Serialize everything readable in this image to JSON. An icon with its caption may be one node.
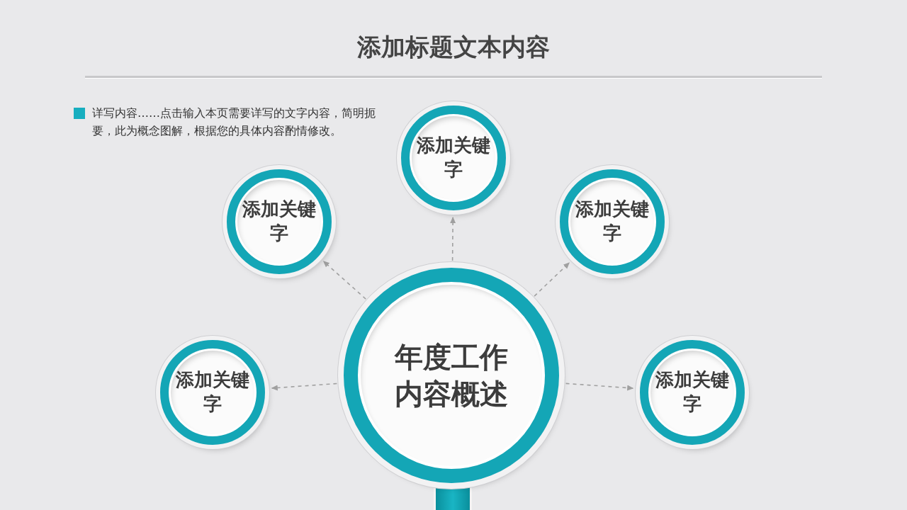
{
  "diagram": {
    "title": "添加标题文本内容",
    "nodes": [
      {
        "text": [
          "年度工作内容概述"
        ]
      },
      {
        "text": [
          "添加关键字"
        ]
      },
      {
        "text": [
          "添加关键字"
        ]
      },
      {
        "text": [
          "添加关键字"
        ]
      },
      {
        "text": [
          "添加关键字"
        ]
      },
      {
        "text": [
          "添加关键字"
        ]
      }
    ],
    "edges": [
      {
        "from": 0,
        "to": 1,
        "arrow": "to",
        "style": "dashed"
      },
      {
        "from": 0,
        "to": 2,
        "arrow": "to",
        "style": "dashed"
      },
      {
        "from": 0,
        "to": 3,
        "arrow": "to",
        "style": "dashed"
      },
      {
        "from": 0,
        "to": 4,
        "arrow": "to",
        "style": "dashed"
      },
      {
        "from": 0,
        "to": 5,
        "arrow": "to",
        "style": "dashed"
      }
    ],
    "labels": [
      "详写内容……点击输入本页需要详写的文字内容，简明扼要，此为概念图解，根据您的具体内容酌情修改。"
    ]
  }
}
